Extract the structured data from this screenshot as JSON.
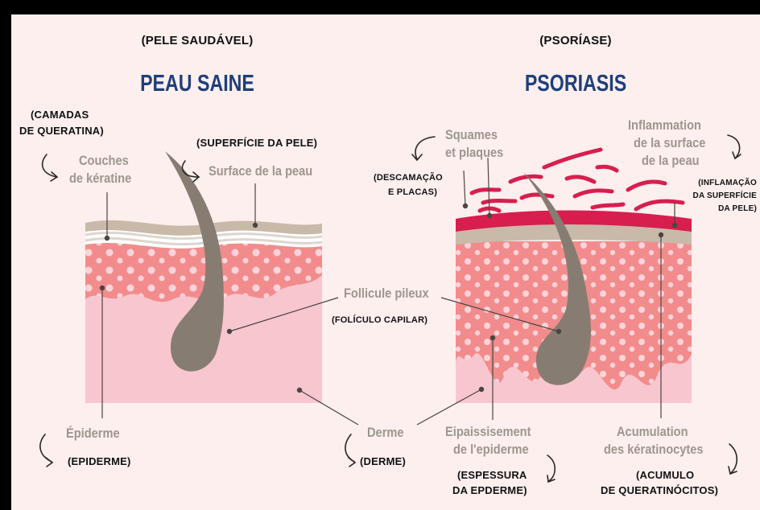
{
  "left": {
    "subtitle_pt": "(PELE SAUDÁVEL)",
    "title": "PEAU SAINE",
    "keratin_pt_1": "(CAMADAS",
    "keratin_pt_2": "DE QUERATINA)",
    "keratin_fr_1": "Couches",
    "keratin_fr_2": "de kératine",
    "surface_pt": "(SUPERFÍCIE DA PELE)",
    "surface_fr": "Surface de la peau",
    "epidermis_fr": "Épiderme",
    "epidermis_pt": "(EPIDERME)"
  },
  "center": {
    "follicle_fr": "Follicule pileux",
    "follicle_pt": "(FOLÍCULO CAPILAR)",
    "dermis_fr": "Derme",
    "dermis_pt": "(DERME)"
  },
  "right": {
    "subtitle_pt": "(PSORÍASE)",
    "title": "PSORIASIS",
    "scales_fr_1": "Squames",
    "scales_fr_2": "et plaques",
    "scales_pt_1": "(DESCAMAÇÃO",
    "scales_pt_2": "E PLACAS)",
    "inflammation_fr_1": "Inflammation",
    "inflammation_fr_2": "de la surface",
    "inflammation_fr_3": "de la peau",
    "inflammation_pt_1": "(INFLAMAÇÃO",
    "inflammation_pt_2": "DA SUPERFÍCIE",
    "inflammation_pt_3": "DA PELE)",
    "thickening_fr_1": "Eipaissisement",
    "thickening_fr_2": "de l'epiderme",
    "thickening_pt_1": "(ESPESSURA",
    "thickening_pt_2": "DA EPDERME)",
    "accumulation_fr_1": "Acumulation",
    "accumulation_fr_2": "des kératinocytes",
    "accumulation_pt_1": "(ACUMULO",
    "accumulation_pt_2": "DE QUERATINÓCITOS)"
  },
  "colors": {
    "navy_title": "#1f3f7a",
    "label_gray": "#9e968d",
    "dermis_pink": "#f8c6cf",
    "epidermis_salmon": "#f28c8c",
    "keratin_beige": "#c9b9a9",
    "inflamed_red": "#d81e4e",
    "hair_taupe": "#877c72"
  }
}
